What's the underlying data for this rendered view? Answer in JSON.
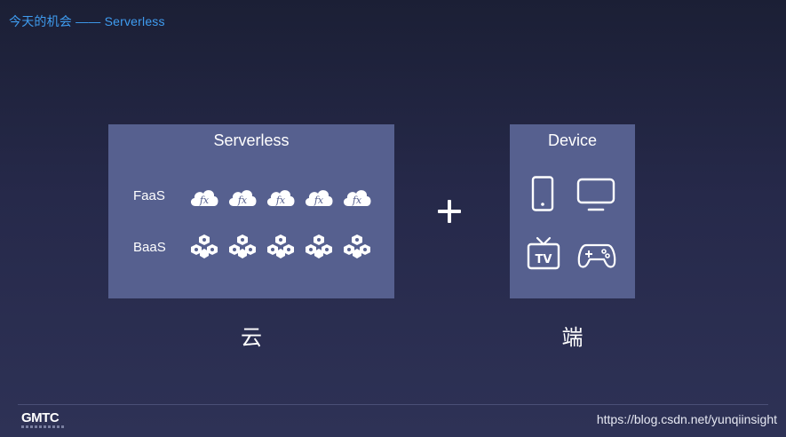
{
  "slide": {
    "title": "今天的机会 —— Serverless"
  },
  "cloud_panel": {
    "heading": "Serverless",
    "rows": [
      {
        "label": "FaaS",
        "icon": "fx-cloud-icon",
        "count": 5
      },
      {
        "label": "BaaS",
        "icon": "service-cluster-icon",
        "count": 5
      }
    ],
    "caption": "云"
  },
  "operator": "+",
  "device_panel": {
    "heading": "Device",
    "icons": [
      "phone-icon",
      "monitor-icon",
      "tv-icon",
      "gamepad-icon"
    ],
    "caption": "端"
  },
  "footer": {
    "logo": "GMTC",
    "url": "https://blog.csdn.net/yunqiinsight"
  },
  "colors": {
    "title_accent": "#3f9cf0",
    "panel": "#56608f",
    "background_top": "#1b1f35",
    "background_bottom": "#2e3256"
  }
}
